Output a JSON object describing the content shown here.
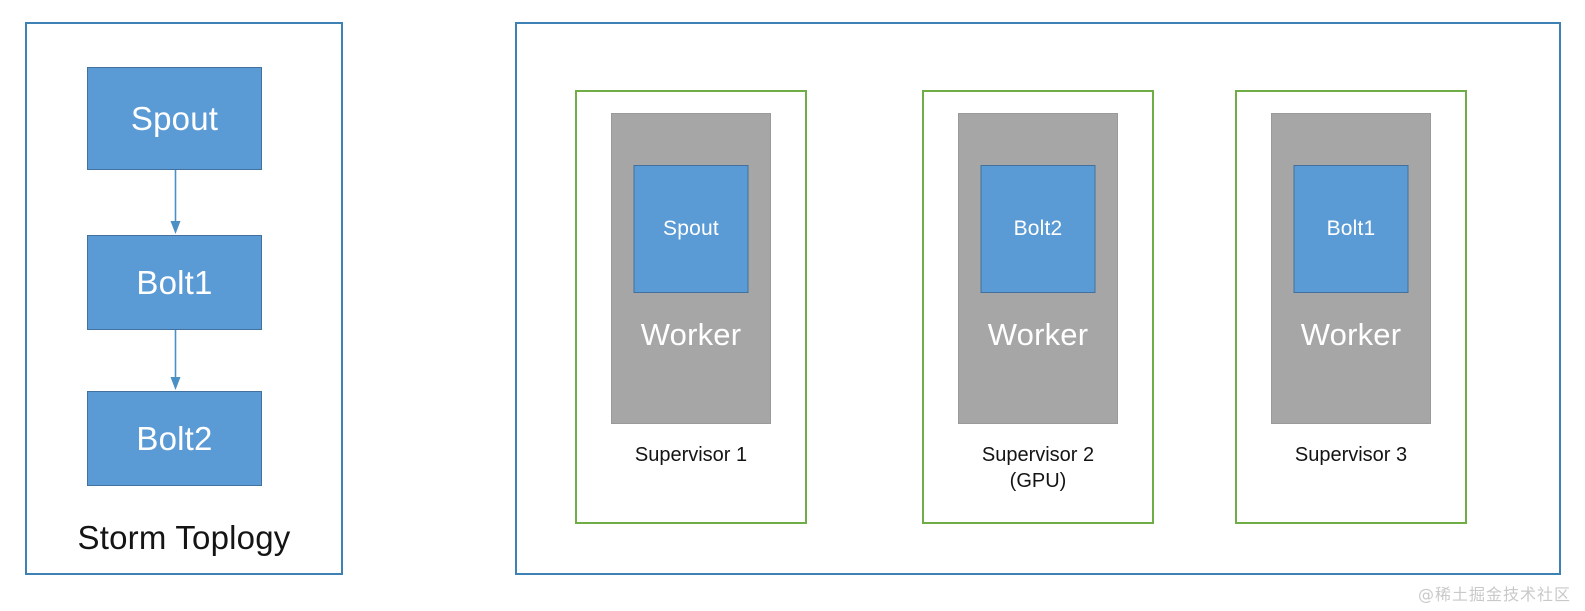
{
  "colors": {
    "panel_border": "#3e82b5",
    "node_fill": "#5b9bd5",
    "node_border": "#41719c",
    "supervisor_border": "#70ad47",
    "worker_fill": "#a6a6a6",
    "text_dark": "#141414",
    "text_light": "#ffffff",
    "watermark": "#c9c9c9"
  },
  "topology": {
    "caption": "Storm Toplogy",
    "nodes": [
      {
        "label": "Spout"
      },
      {
        "label": "Bolt1"
      },
      {
        "label": "Bolt2"
      }
    ],
    "edges": [
      {
        "from": "Spout",
        "to": "Bolt1"
      },
      {
        "from": "Bolt1",
        "to": "Bolt2"
      }
    ]
  },
  "cluster": {
    "supervisors": [
      {
        "caption_lines": [
          "Supervisor 1"
        ],
        "worker_label": "Worker",
        "component_label": "Spout"
      },
      {
        "caption_lines": [
          "Supervisor 2",
          "(GPU)"
        ],
        "worker_label": "Worker",
        "component_label": "Bolt2"
      },
      {
        "caption_lines": [
          "Supervisor 3"
        ],
        "worker_label": "Worker",
        "component_label": "Bolt1"
      }
    ]
  },
  "watermark": "@稀土掘金技术社区"
}
